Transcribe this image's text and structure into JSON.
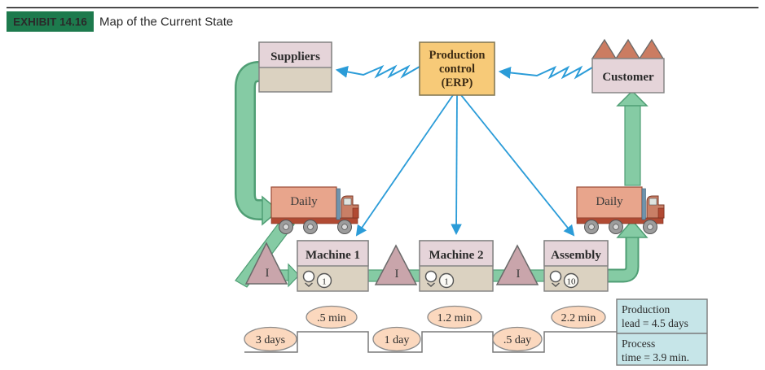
{
  "header": {
    "exhibit_label": "EXHIBIT 14.16",
    "title": "Map of the Current State"
  },
  "suppliers": {
    "label": "Suppliers"
  },
  "production_control": {
    "line1": "Production",
    "line2": "control",
    "line3": "(ERP)"
  },
  "customer": {
    "label": "Customer"
  },
  "trucks": {
    "left_label": "Daily",
    "right_label": "Daily"
  },
  "inventory": {
    "i1": "I",
    "i2": "I",
    "i3": "I"
  },
  "processes": {
    "machine1": {
      "label": "Machine 1",
      "operators": "1"
    },
    "machine2": {
      "label": "Machine 2",
      "operators": "1"
    },
    "assembly": {
      "label": "Assembly",
      "operators": "10"
    }
  },
  "timeline": {
    "wait1": "3 days",
    "process1": ".5 min",
    "wait2": "1 day",
    "process2": "1.2 min",
    "wait3": ".5 day",
    "process3": "2.2 min"
  },
  "summary": {
    "lead_line1": "Production",
    "lead_line2": "lead = 4.5 days",
    "process_line1": "Process",
    "process_line2": "time = 3.9 min."
  },
  "colors": {
    "exhibit_green": "#1d7a4d",
    "box_pink": "#e5d4d9",
    "box_tan": "#dbd2c1",
    "erp_orange": "#f7ca78",
    "roof_salmon": "#cb7c62",
    "inventory_mauve": "#c9a5ab",
    "flow_green": "#85cba4",
    "flow_green_dark": "#4f9e74",
    "info_blue": "#2b9cd8",
    "oval_peach": "#fbd8be",
    "summary_cyan": "#c6e5e8",
    "truck_salmon": "#e8a58c",
    "truck_red": "#b14a33"
  }
}
